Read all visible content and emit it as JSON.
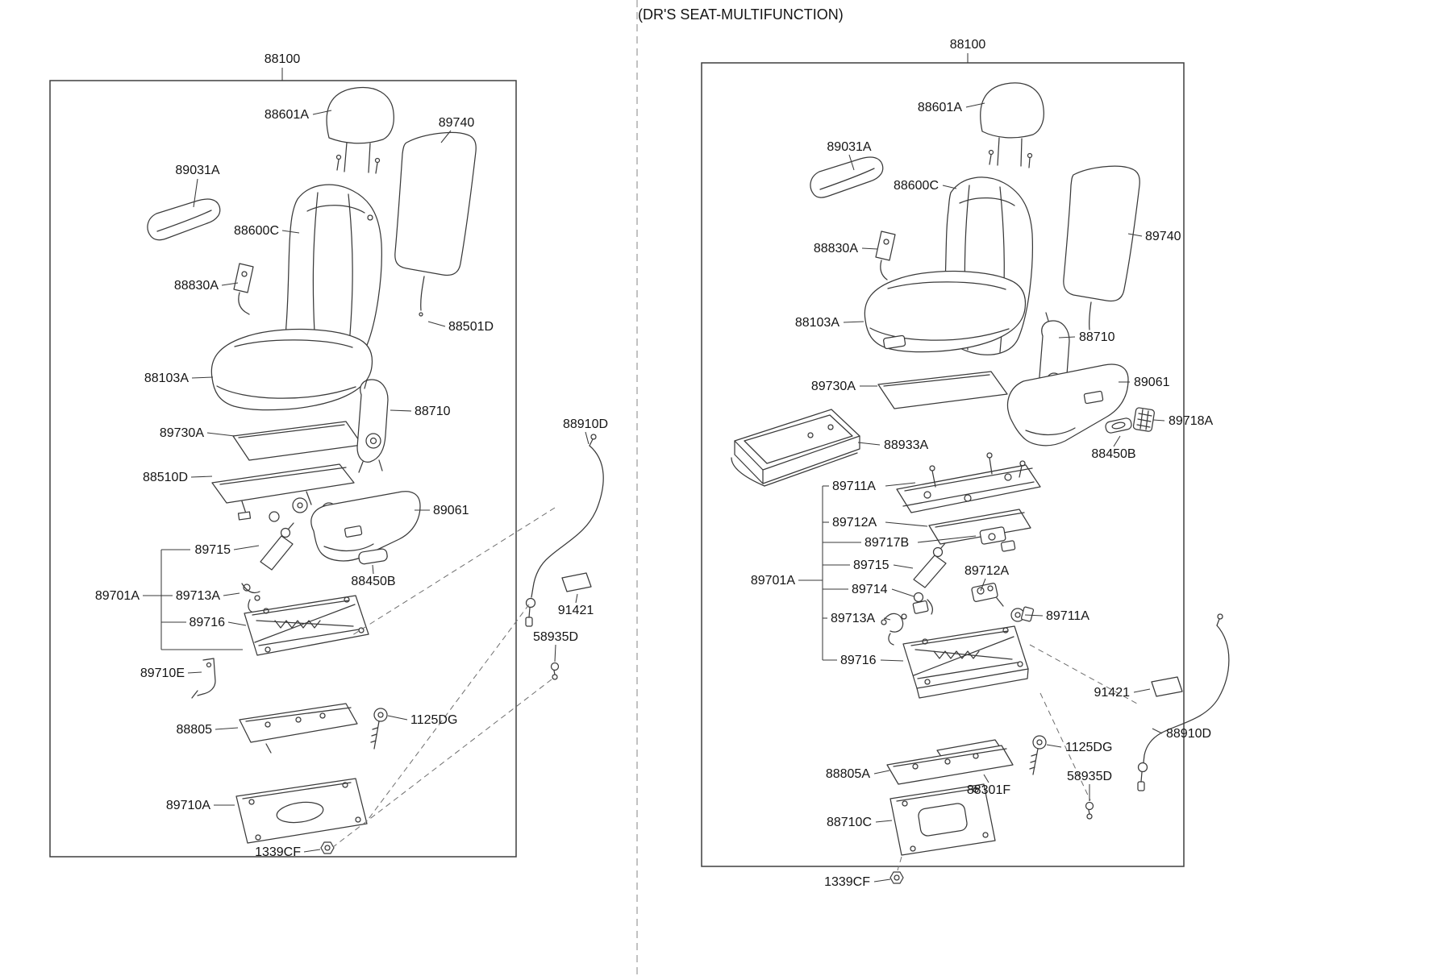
{
  "canvas": {
    "background": "#ffffff",
    "line_color": "#3a3a3a",
    "text_color": "#141414"
  },
  "left_diagram": {
    "assembly_label": "88100",
    "labels": {
      "p88601A": "88601A",
      "p89740": "89740",
      "p89031A": "89031A",
      "p88600C": "88600C",
      "p88830A": "88830A",
      "p88501D": "88501D",
      "p88103A": "88103A",
      "p89730A": "89730A",
      "p88710": "88710",
      "p88510D": "88510D",
      "p88910D": "88910D",
      "p89061": "89061",
      "p89715": "89715",
      "p88450B": "88450B",
      "p89701A": "89701A",
      "p89713A": "89713A",
      "p89716": "89716",
      "p91421": "91421",
      "p58935D": "58935D",
      "p89710E": "89710E",
      "p88805": "88805",
      "p1125DG": "1125DG",
      "p89710A": "89710A",
      "p1339CF": "1339CF"
    }
  },
  "right_diagram": {
    "header": "(DR'S SEAT-MULTIFUNCTION)",
    "assembly_label": "88100",
    "labels": {
      "p88601A": "88601A",
      "p89031A": "89031A",
      "p88600C": "88600C",
      "p88830A": "88830A",
      "p89740": "89740",
      "p88103A": "88103A",
      "p88710": "88710",
      "p89730A": "89730A",
      "p89061": "89061",
      "p89718A": "89718A",
      "p88933A": "88933A",
      "p88450B": "88450B",
      "p89711A_1": "89711A",
      "p89712A_1": "89712A",
      "p89717B": "89717B",
      "p89715": "89715",
      "p89701A": "89701A",
      "p89714": "89714",
      "p89712A_2": "89712A",
      "p89713A": "89713A",
      "p89711A_2": "89711A",
      "p89716": "89716",
      "p91421": "91421",
      "p88910D": "88910D",
      "p88805A": "88805A",
      "p1125DG": "1125DG",
      "p88301F": "88301F",
      "p58935D": "58935D",
      "p88710C": "88710C",
      "p1339CF": "1339CF"
    }
  }
}
